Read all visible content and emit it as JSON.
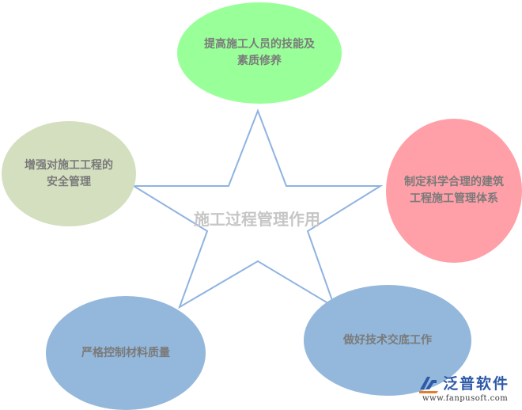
{
  "diagram": {
    "center_title": "施工过程管理作用",
    "nodes": {
      "top": {
        "label": "提高施工人员的技能及\n素质修养",
        "color": "#99ff99"
      },
      "left": {
        "label": "增强对施工工程的\n安全管理",
        "color": "#d3dfbf"
      },
      "right": {
        "label": "制定科学合理的建筑\n工程施工管理体系",
        "color": "#ffa0a8"
      },
      "bottom_left": {
        "label": "严格控制材料质量",
        "color": "#94b8db"
      },
      "bottom_right": {
        "label": "做好技术交底工作",
        "color": "#94b8db"
      }
    },
    "star_color": "#8fb3e0"
  },
  "logo": {
    "name": "泛普软件",
    "url": "www.fanpusoft.com"
  }
}
